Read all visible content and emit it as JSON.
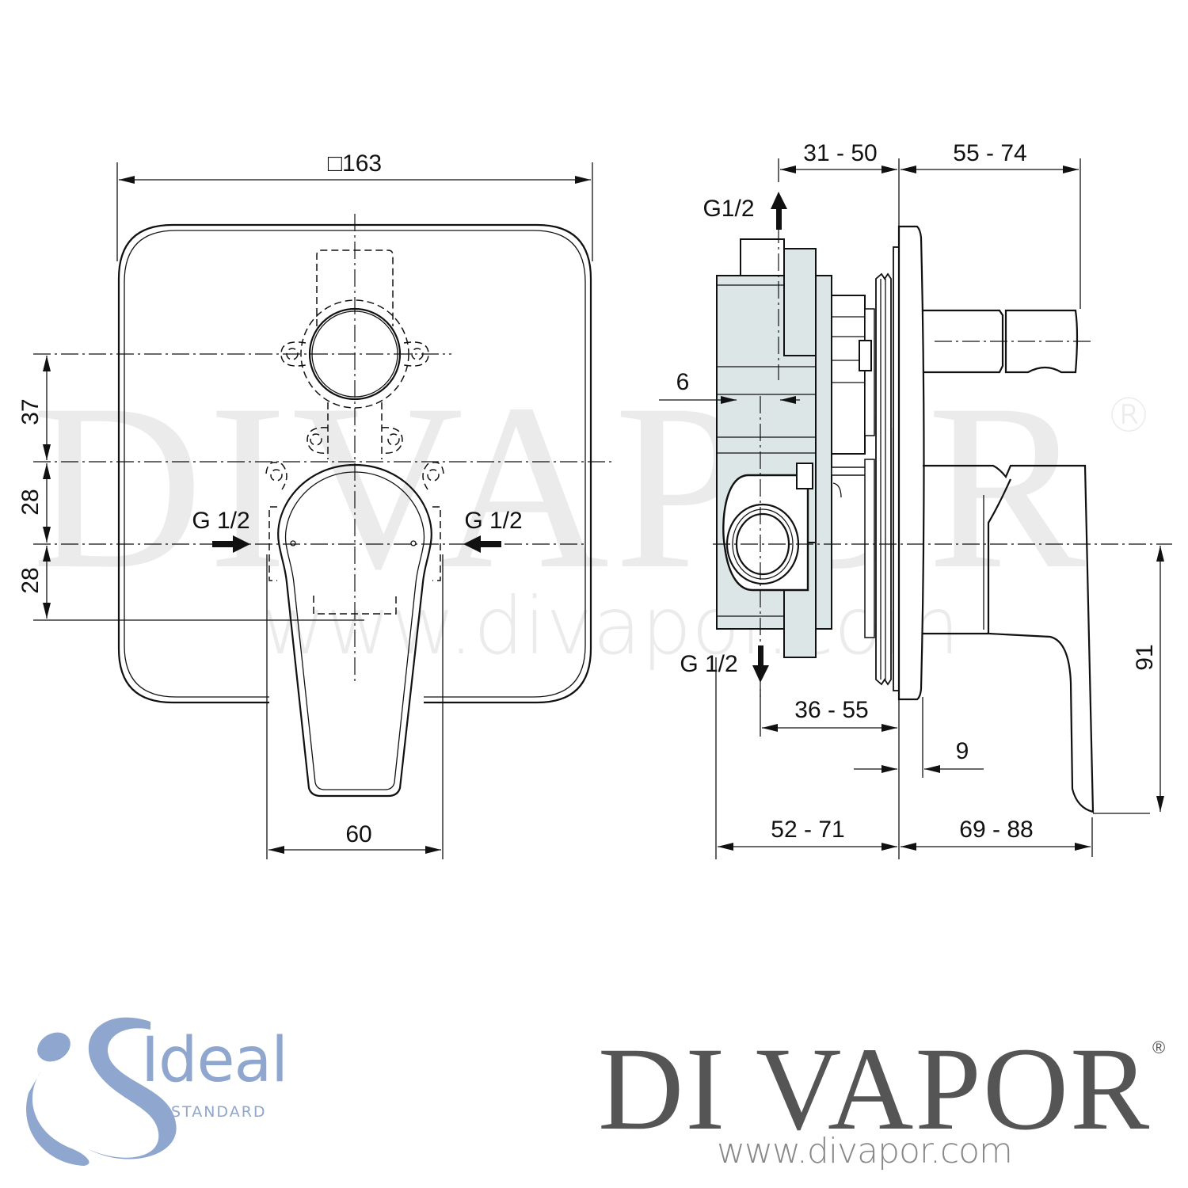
{
  "drawing": {
    "subject": "Concealed single-lever bath/shower mixer — technical dimension drawing",
    "front_view": {
      "overall_width_label": "□163",
      "vertical_dims": [
        "37",
        "28",
        "28"
      ],
      "inlet_left_label": "G 1/2",
      "inlet_right_label": "G 1/2",
      "lever_width_label": "60"
    },
    "side_view": {
      "top_outlet_label": "G1/2",
      "bottom_outlet_label": "G 1/2",
      "dim_top_left": "31 - 50",
      "dim_top_right": "55 - 74",
      "dim_offset": "6",
      "dim_mid": "36 - 55",
      "dim_plate": "9",
      "dim_bottom_left": "52 - 71",
      "dim_bottom_right": "69 - 88",
      "dim_lever_height": "91"
    },
    "units": "mm"
  },
  "watermark": {
    "big": "DIVAPOR",
    "reg": "®",
    "url": "www.divapor.com"
  },
  "branding": {
    "manufacturer": {
      "word": "Ideal",
      "sub": "STANDARD",
      "color": "#8fa6cf"
    },
    "retailer": {
      "name": "DI VAPOR",
      "reg": "®",
      "url": "www.divapor.com",
      "name_color": "#555555",
      "url_color": "#888888"
    }
  },
  "colors": {
    "line": "#111111",
    "body_fill": "#dde6e6",
    "background": "#ffffff"
  }
}
